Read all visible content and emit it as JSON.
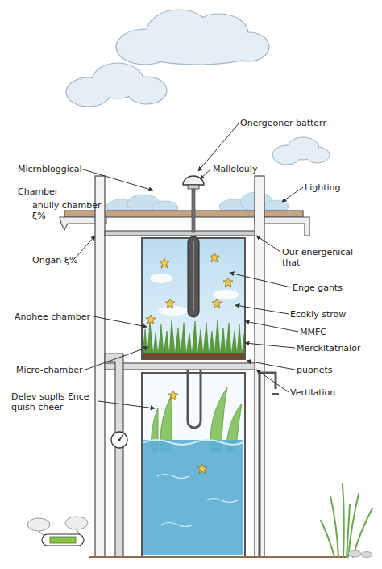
{
  "diagram": {
    "labels": [
      "Onergeoner batterr",
      "Micrnbloggical",
      "Mallolouly",
      "Chamber",
      "Lighting",
      "anully chamber ξ%",
      "Ongan ξ%",
      "Our energenical that",
      "Enge gants",
      "Ecokly strow",
      "Anohee chamber",
      "MMFC",
      "Merckltatnalor",
      "puonets",
      "Micro-chamber",
      "Vertilation",
      "Delev suplls Ɛnce quish cheer"
    ]
  }
}
